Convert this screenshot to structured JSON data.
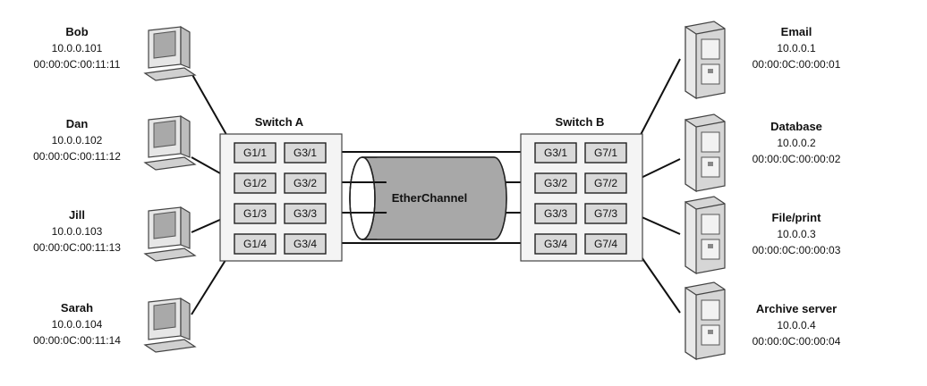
{
  "switch_a": {
    "title": "Switch A",
    "ports_left": [
      "G1/1",
      "G1/2",
      "G1/3",
      "G1/4"
    ],
    "ports_right": [
      "G3/1",
      "G3/2",
      "G3/3",
      "G3/4"
    ]
  },
  "switch_b": {
    "title": "Switch B",
    "ports_left": [
      "G3/1",
      "G3/2",
      "G3/3",
      "G3/4"
    ],
    "ports_right": [
      "G7/1",
      "G7/2",
      "G7/3",
      "G7/4"
    ]
  },
  "etherchannel": {
    "label": "EtherChannel"
  },
  "clients": [
    {
      "name": "Bob",
      "ip": "10.0.0.101",
      "mac": "00:00:0C:00:11:11"
    },
    {
      "name": "Dan",
      "ip": "10.0.0.102",
      "mac": "00:00:0C:00:11:12"
    },
    {
      "name": "Jill",
      "ip": "10.0.0.103",
      "mac": "00:00:0C:00:11:13"
    },
    {
      "name": "Sarah",
      "ip": "10.0.0.104",
      "mac": "00:00:0C:00:11:14"
    }
  ],
  "servers": [
    {
      "name": "Email",
      "ip": "10.0.0.1",
      "mac": "00:00:0C:00:00:01"
    },
    {
      "name": "Database",
      "ip": "10.0.0.2",
      "mac": "00:00:0C:00:00:02"
    },
    {
      "name": "File/print",
      "ip": "10.0.0.3",
      "mac": "00:00:0C:00:00:03"
    },
    {
      "name": "Archive server",
      "ip": "10.0.0.4",
      "mac": "00:00:0C:00:00:04"
    }
  ]
}
